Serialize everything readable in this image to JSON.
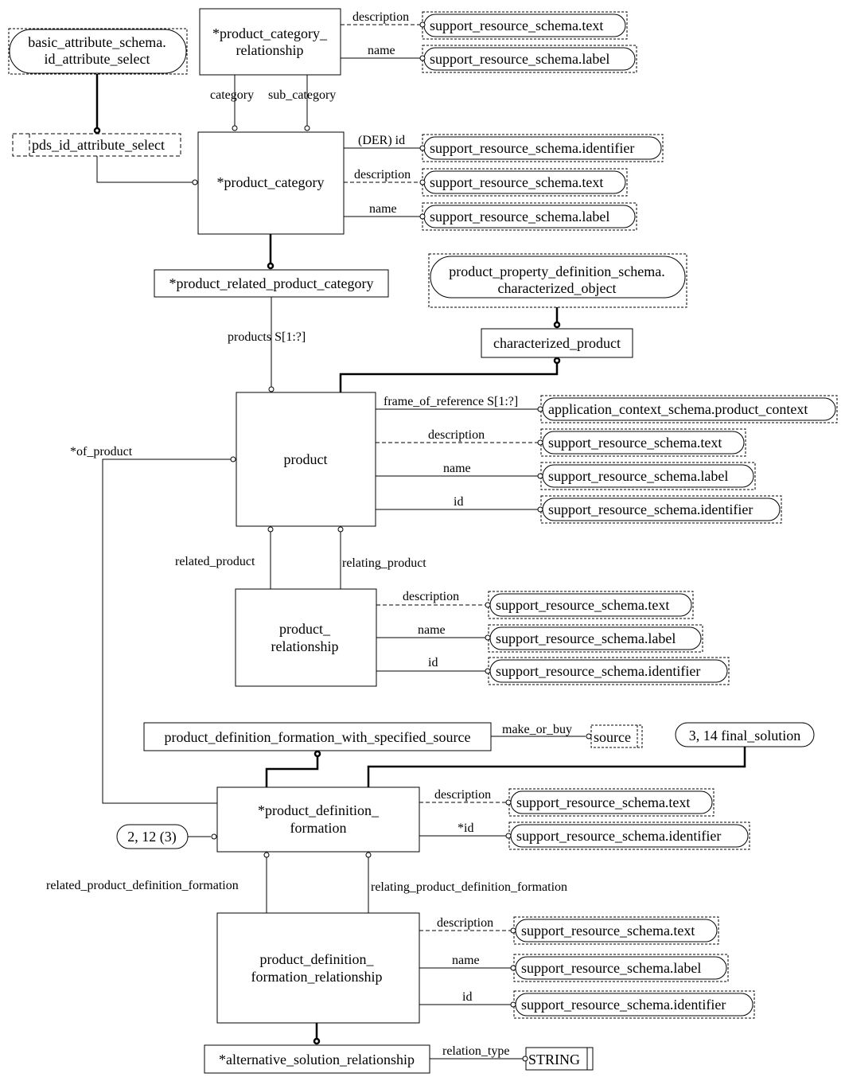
{
  "entities": {
    "pcr": [
      "*product_category_",
      "relationship"
    ],
    "pc": [
      "*product_category"
    ],
    "prpc": [
      "*product_related_product_category"
    ],
    "product": [
      "product"
    ],
    "pr": [
      "product_",
      "relationship"
    ],
    "pdfws": [
      "product_definition_formation_with_specified_source"
    ],
    "pdf": [
      "*product_definition_",
      "formation"
    ],
    "pdfr": [
      "product_definition_",
      "formation_relationship"
    ],
    "asr": [
      "*alternative_solution_relationship"
    ],
    "charprod": [
      "characterized_product"
    ]
  },
  "selects": {
    "pds_id": "pds_id_attribute_select",
    "source": "source"
  },
  "types": {
    "string": "STRING"
  },
  "externals": {
    "basic": [
      "basic_attribute_schema.",
      "id_attribute_select"
    ],
    "ppds": [
      "product_property_definition_schema.",
      "characterized_object"
    ],
    "text": "support_resource_schema.text",
    "label": "support_resource_schema.label",
    "identifier": "support_resource_schema.identifier",
    "context": "application_context_schema.product_context"
  },
  "page_refs": {
    "final_solution": "3, 14 final_solution",
    "ref_2_12": "2, 12 (3)"
  },
  "attributes": {
    "description": "description",
    "name": "name",
    "id": "id",
    "der_id": "(DER) id",
    "star_id": "*id",
    "category": "category",
    "sub_category": "sub_category",
    "products": "products S[1:?]",
    "frame_of_reference": "frame_of_reference S[1:?]",
    "of_product": "*of_product",
    "related_product": "related_product",
    "relating_product": "relating_product",
    "make_or_buy": "make_or_buy",
    "related_pdf": "related_product_definition_formation",
    "relating_pdf": "relating_product_definition_formation",
    "relation_type": "relation_type"
  }
}
